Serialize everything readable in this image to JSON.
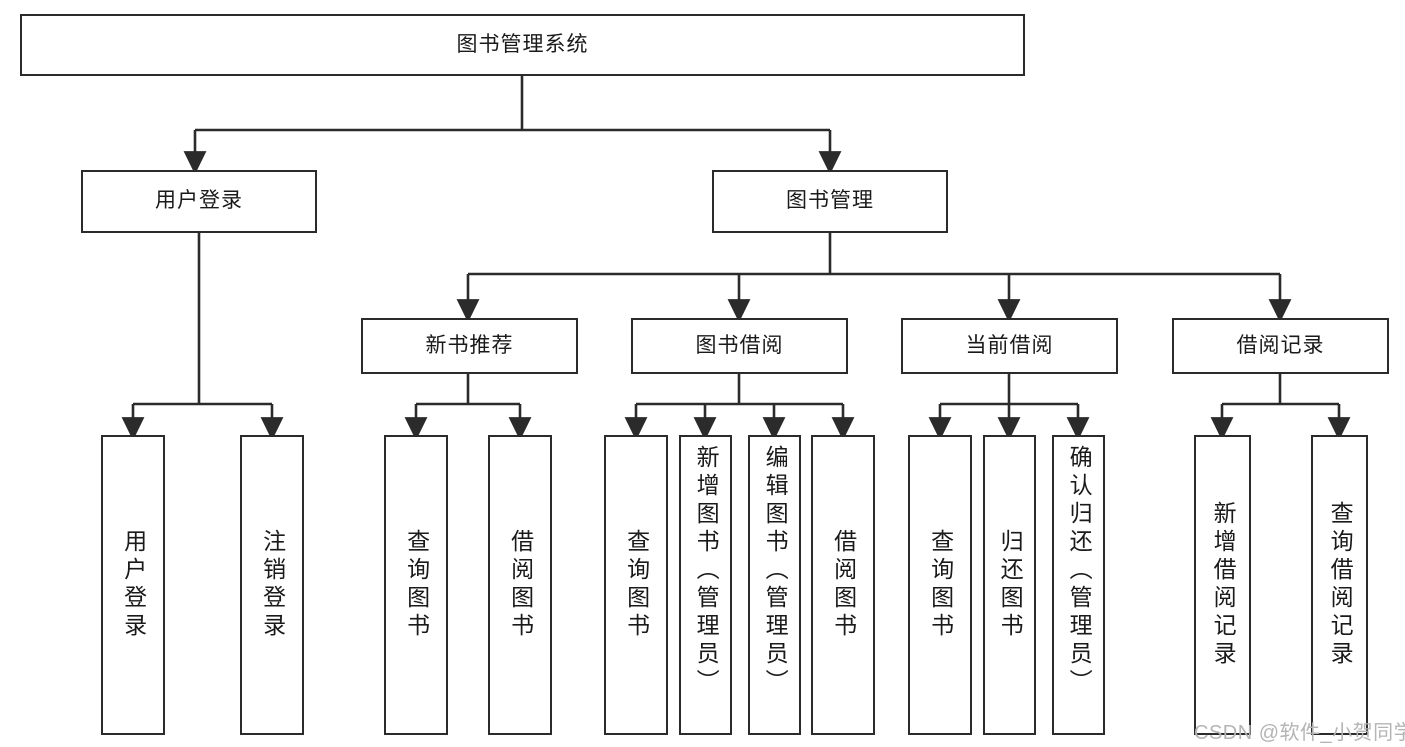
{
  "diagram": {
    "type": "tree",
    "title": "图书管理系统",
    "watermark": "CSDN @软件_小贺同学",
    "colors": {
      "stroke": "#2b2b2b",
      "fill": "#ffffff",
      "text": "#1a1a1a",
      "watermark": "#b4b4b4"
    },
    "root": {
      "label": "图书管理系统"
    },
    "level2": [
      {
        "label": "用户登录"
      },
      {
        "label": "图书管理"
      }
    ],
    "level3": [
      {
        "label": "新书推荐"
      },
      {
        "label": "图书借阅"
      },
      {
        "label": "当前借阅"
      },
      {
        "label": "借阅记录"
      }
    ],
    "leaves": {
      "user_login": [
        {
          "label": "用户登录"
        },
        {
          "label": "注销登录"
        }
      ],
      "new_book": [
        {
          "label": "查询图书"
        },
        {
          "label": "借阅图书"
        }
      ],
      "book_borrow": [
        {
          "label": "查询图书"
        },
        {
          "label": "新增图书（管理员）"
        },
        {
          "label": "编辑图书（管理员）"
        },
        {
          "label": "借阅图书"
        }
      ],
      "current_borrow": [
        {
          "label": "查询图书"
        },
        {
          "label": "归还图书"
        },
        {
          "label": "确认归还（管理员）"
        }
      ],
      "borrow_record": [
        {
          "label": "新增借阅记录"
        },
        {
          "label": "查询借阅记录"
        }
      ]
    }
  }
}
